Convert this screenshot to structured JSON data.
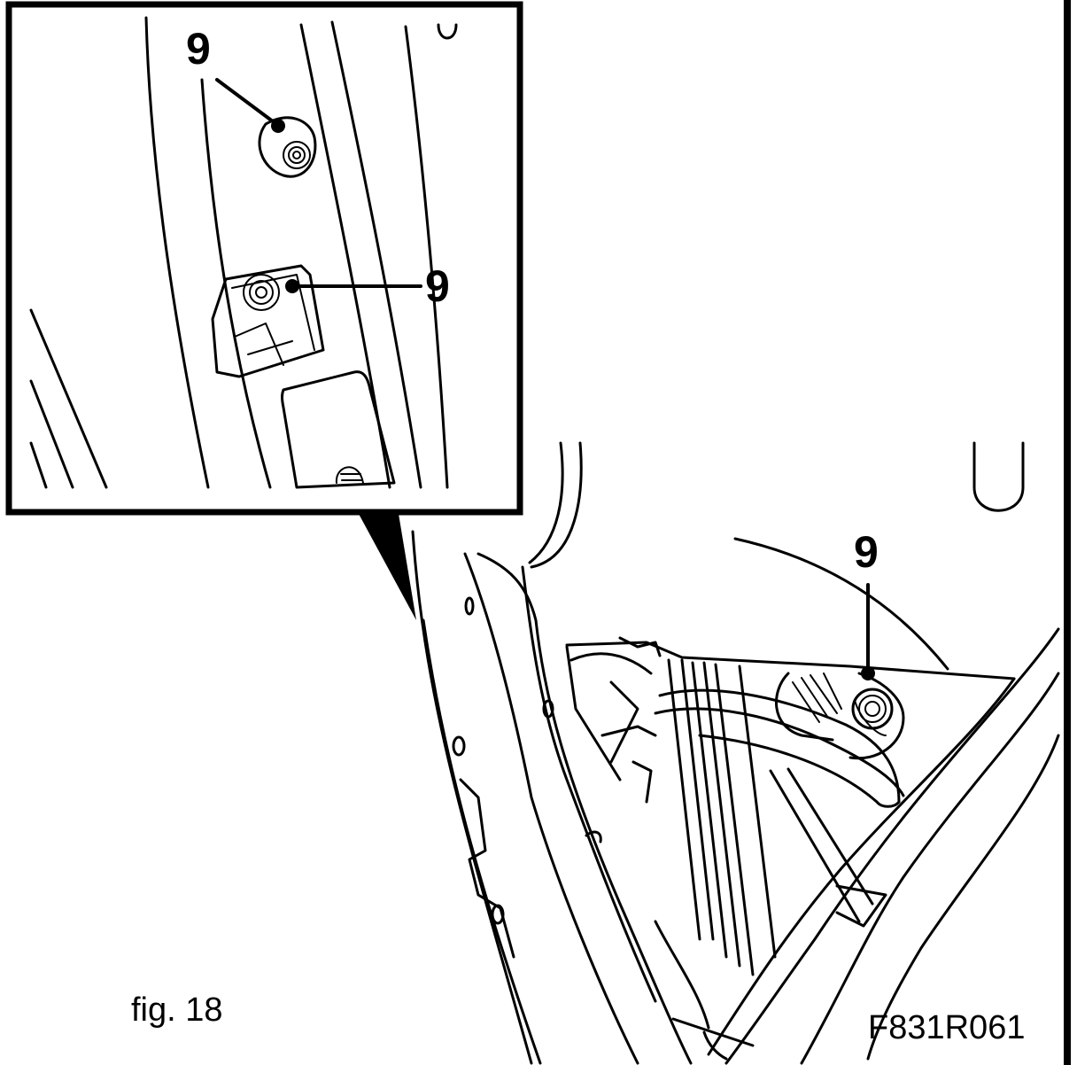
{
  "figure": {
    "callouts": [
      "9",
      "9",
      "9"
    ],
    "caption": "fig. 18",
    "drawing_code": "F831R061"
  },
  "icons": {
    "bolt": "bolt-icon",
    "pointer": "callout-pointer-icon"
  },
  "colors": {
    "line": "#000000",
    "background": "#ffffff"
  }
}
